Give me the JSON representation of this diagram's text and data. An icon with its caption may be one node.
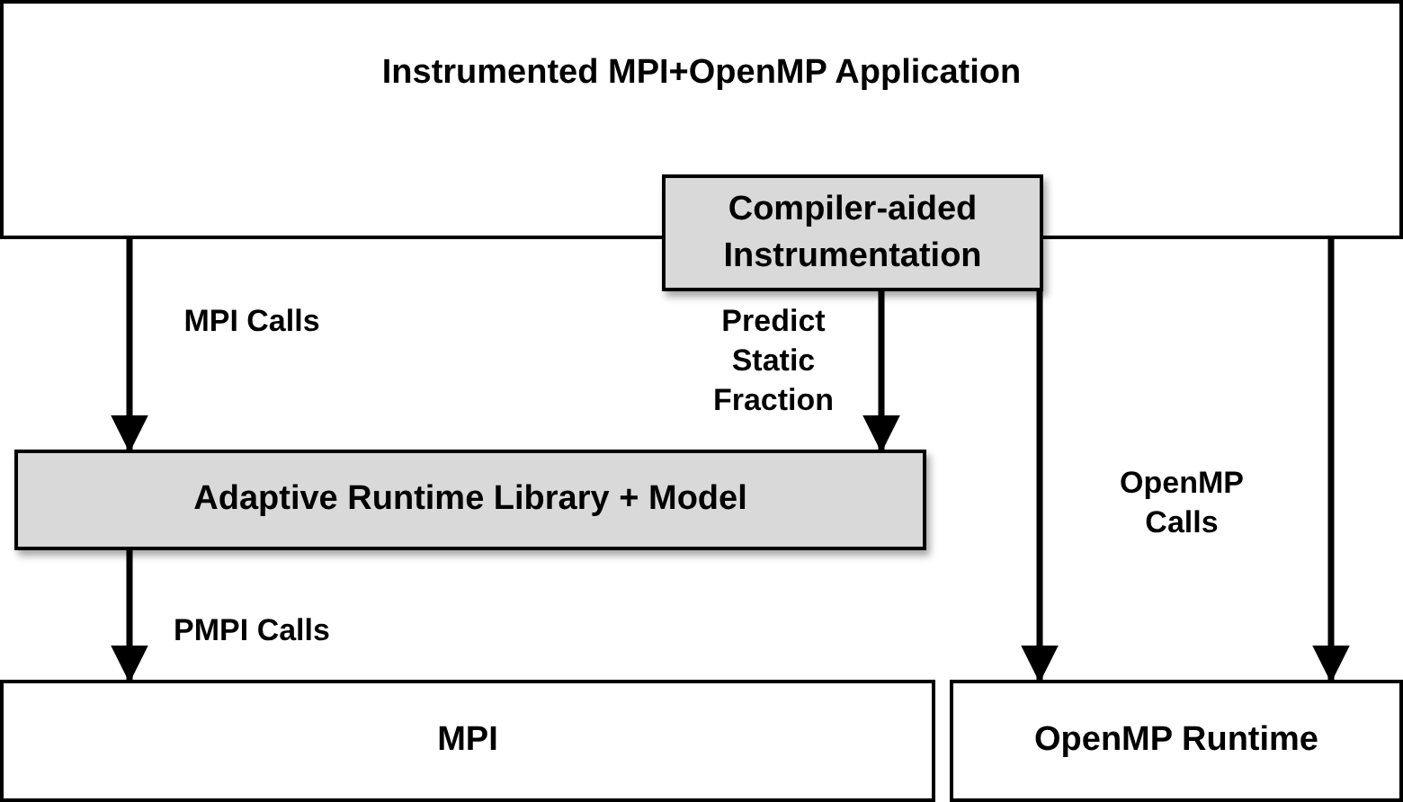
{
  "diagram": {
    "nodes": [
      {
        "text": [
          "Instrumented MPI+OpenMP Application"
        ]
      },
      {
        "text": [
          "Compiler-aided Instrumentation"
        ]
      },
      {
        "text": [
          "Adaptive Runtime Library + Model"
        ]
      },
      {
        "text": [
          "MPI"
        ]
      },
      {
        "text": [
          "OpenMP Runtime"
        ]
      }
    ],
    "edges": [
      {
        "from": 0,
        "to": 2,
        "arrow": "to",
        "label": "MPI Calls"
      },
      {
        "from": 1,
        "to": 2,
        "arrow": "to",
        "label": "Predict Static Fraction"
      },
      {
        "from": 1,
        "to": 4,
        "arrow": "to",
        "label": "OpenMP Calls"
      },
      {
        "from": 0,
        "to": 4,
        "arrow": "to"
      },
      {
        "from": 2,
        "to": 3,
        "arrow": "to",
        "label": "PMPI Calls"
      }
    ]
  }
}
